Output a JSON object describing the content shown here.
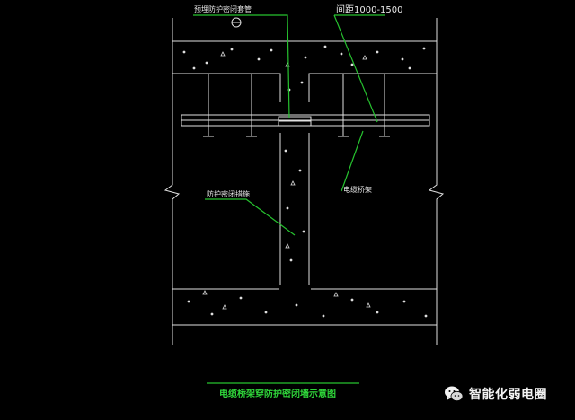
{
  "drawing": {
    "title": "电缆桥架穿防护密闭墙示意图",
    "labels": {
      "seal_pipe": "预埋防护密闭套管",
      "spacing": "间距1000-1500",
      "fire_seal": "防护密闭措施",
      "cable_tray": "电缆桥架"
    }
  },
  "watermark": {
    "text": "智能化弱电圈",
    "icon": "wechat-icon"
  },
  "colors": {
    "background": "#000000",
    "lines": "#e8e8e8",
    "leaders": "#26c22f",
    "title": "#2fd63a"
  }
}
